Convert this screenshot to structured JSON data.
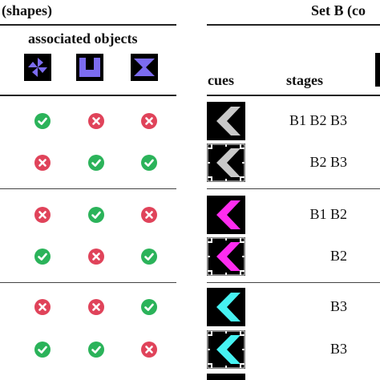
{
  "header": {
    "shapes_label": "(shapes)",
    "setb_label": "Set B (co",
    "associated_objects": "associated objects",
    "cues": "cues",
    "stages": "stages"
  },
  "colors": {
    "check": "#2bb35a",
    "cross": "#e0435a",
    "object": "#7c6cf0",
    "cue_gray": "#c9c9c9",
    "cue_magenta": "#ff2cf0",
    "cue_cyan": "#46f2f2"
  },
  "objects": [
    "pinwheel-shape",
    "cup-shape",
    "hourglass-shape"
  ],
  "rows": [
    {
      "marks": [
        "check",
        "cross",
        "cross"
      ],
      "cue_color": "gray",
      "cue_style": "plain",
      "stages": "B1 B2 B3"
    },
    {
      "marks": [
        "cross",
        "check",
        "check"
      ],
      "cue_color": "gray",
      "cue_style": "bordered",
      "stages": "B2 B3"
    },
    {
      "marks": [
        "cross",
        "check",
        "cross"
      ],
      "cue_color": "magenta",
      "cue_style": "plain",
      "stages": "B1 B2"
    },
    {
      "marks": [
        "check",
        "cross",
        "check"
      ],
      "cue_color": "magenta",
      "cue_style": "bordered",
      "stages": "B2"
    },
    {
      "marks": [
        "cross",
        "cross",
        "check"
      ],
      "cue_color": "cyan",
      "cue_style": "plain",
      "stages": "B3"
    },
    {
      "marks": [
        "check",
        "check",
        "cross"
      ],
      "cue_color": "cyan",
      "cue_style": "bordered",
      "stages": "B3"
    }
  ]
}
